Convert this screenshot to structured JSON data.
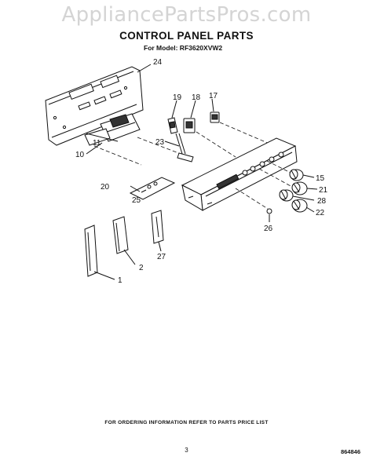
{
  "watermark": "AppliancePartsPros.com",
  "title": "CONTROL PANEL PARTS",
  "model_line": "For Model: RF3620XVW2",
  "footer_note": "FOR ORDERING INFORMATION REFER TO PARTS PRICE LIST",
  "page_number": "3",
  "doc_code": "864846",
  "callouts": {
    "c24": "24",
    "c19": "19",
    "c18": "18",
    "c17": "17",
    "c11": "11",
    "c23": "23",
    "c10": "10",
    "c15": "15",
    "c21": "21",
    "c28": "28",
    "c22": "22",
    "c20": "20",
    "c25": "25",
    "c26": "26",
    "c27": "27",
    "c2": "2",
    "c1": "1"
  }
}
